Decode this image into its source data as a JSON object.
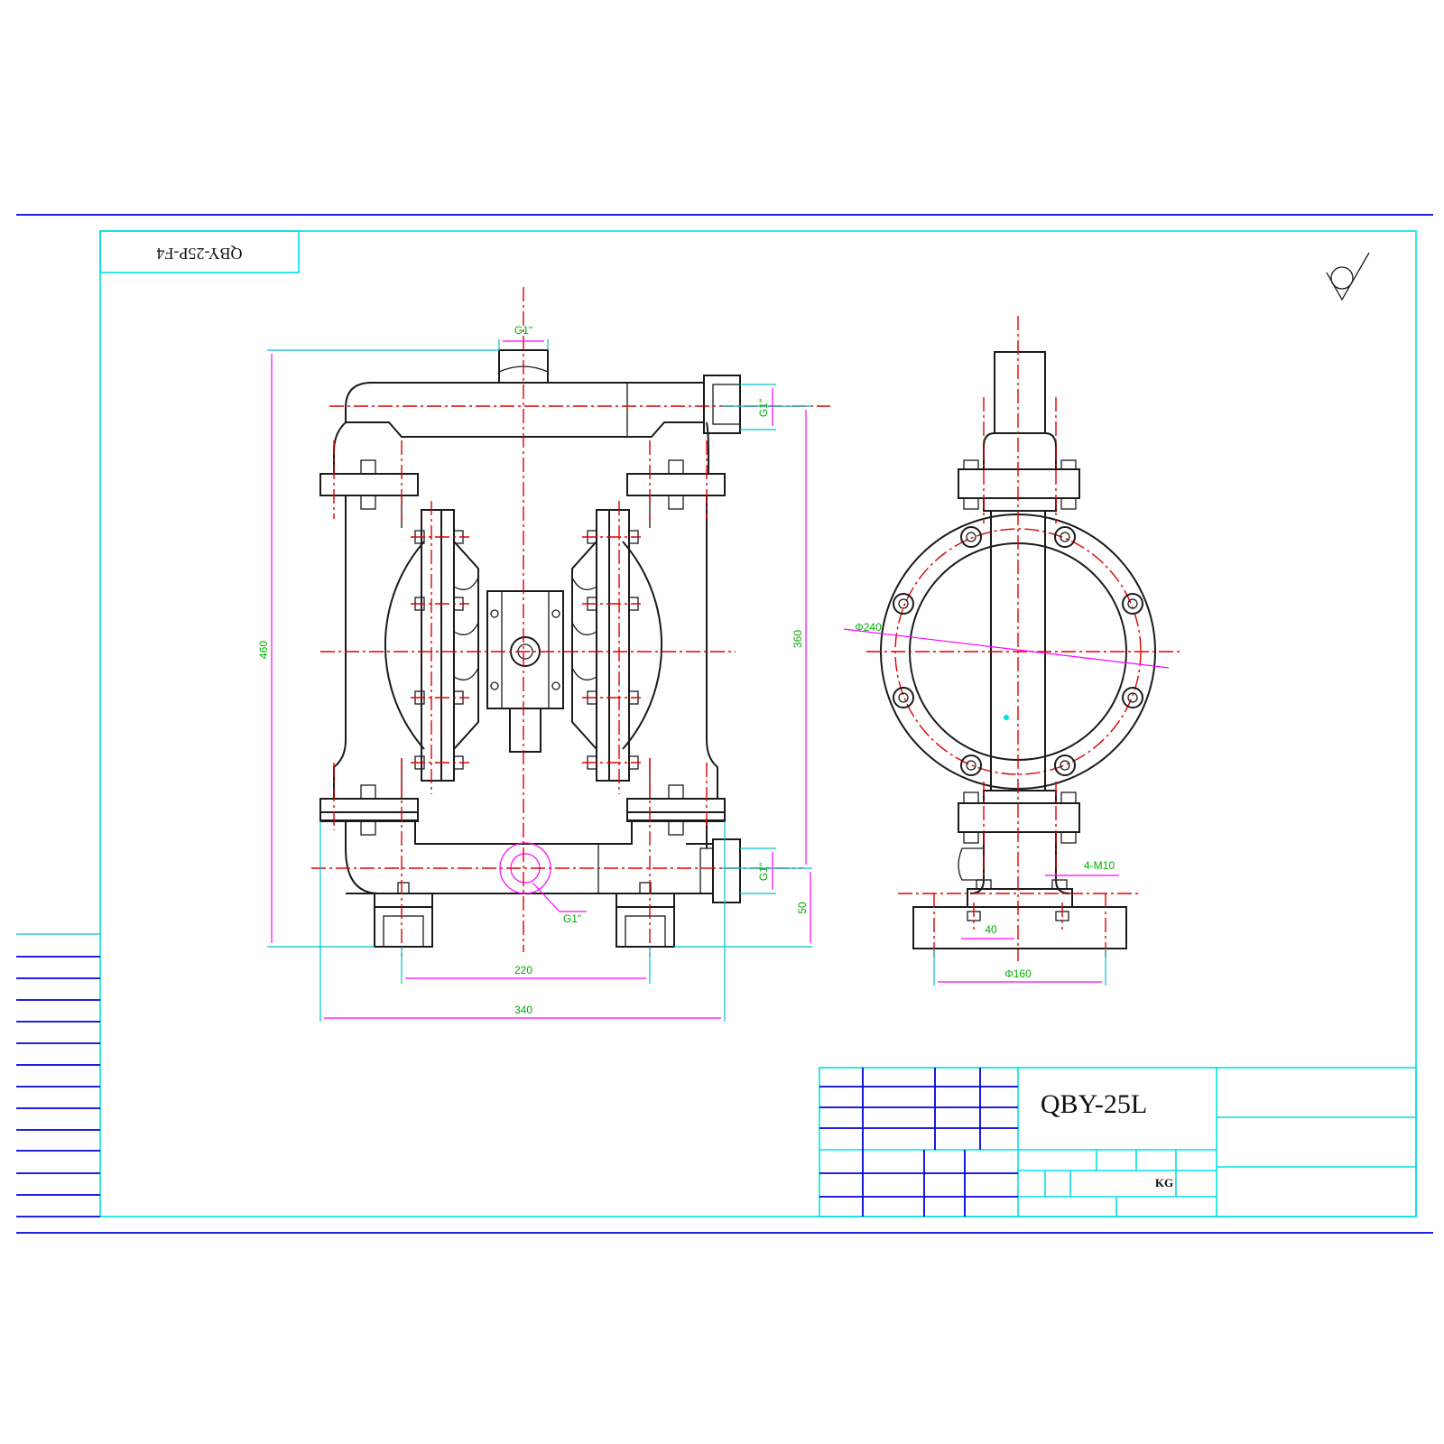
{
  "drawing": {
    "title_block": {
      "model": "QBY-25L",
      "unit": "KG"
    },
    "corner_code": "QBY-25P-F4"
  },
  "dimensions": {
    "top_port": "G1\"",
    "side_port_upper": "G1\"",
    "side_port_lower": "G1\"",
    "bottom_port": "G1\"",
    "overall_height": "460",
    "inlet_outlet_distance": "360",
    "base_height": "50",
    "foot_spacing": "220",
    "overall_width": "340",
    "chamber_diameter": "Φ240",
    "mount_holes": "4-M10",
    "base_hole_offset": "40",
    "base_diameter": "Φ160"
  },
  "colors": {
    "outline": "#1a1a1a",
    "center_line": "#e00000",
    "dimension_line": "#ff00ff",
    "dimension_text": "#00b000",
    "frame": "#00e0e6",
    "border": "#0000e0"
  }
}
